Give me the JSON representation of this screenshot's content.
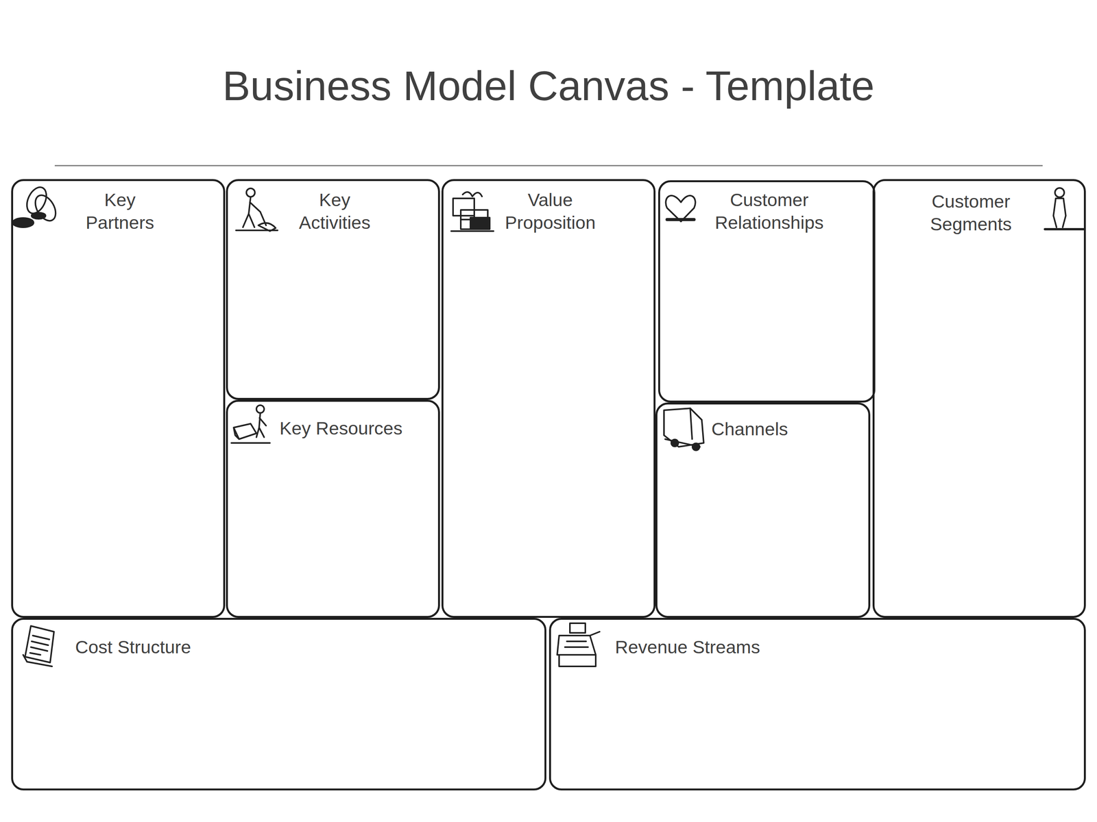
{
  "diagram": {
    "title": "Business Model Canvas - Template",
    "nodes": [
      {
        "text": [
          "Key Partners"
        ]
      },
      {
        "text": [
          "Key Activities"
        ]
      },
      {
        "text": [
          "Key Resources"
        ]
      },
      {
        "text": [
          "Value Proposition"
        ]
      },
      {
        "text": [
          "Customer Relationships"
        ]
      },
      {
        "text": [
          "Channels"
        ]
      },
      {
        "text": [
          "Customer Segments"
        ]
      },
      {
        "text": [
          "Cost Structure"
        ]
      },
      {
        "text": [
          "Revenue Streams"
        ]
      }
    ]
  }
}
